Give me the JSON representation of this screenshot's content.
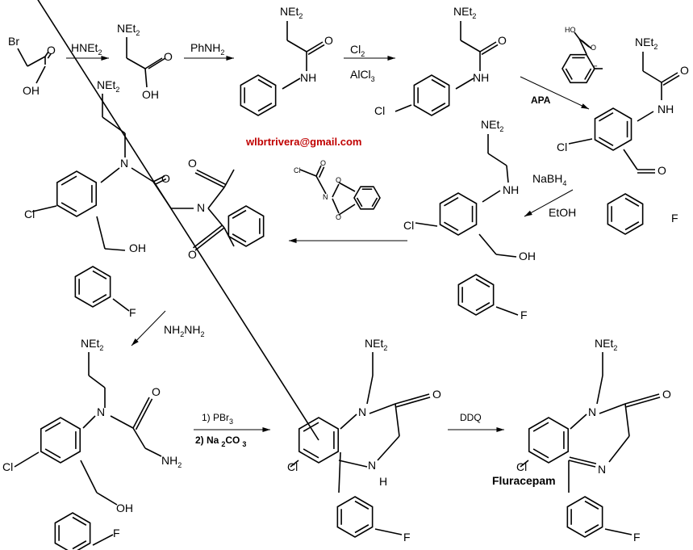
{
  "title": "Fluracepam synthesis scheme",
  "watermark_email": "wlbrtrivera@gmail.com",
  "accent_color": "#c00000",
  "reagents": {
    "step1": "HNEt",
    "step1_sub": "2",
    "step2": "PhNH",
    "step2_sub": "2",
    "step3_a": "Cl",
    "step3_a_sub": "2",
    "step3_b": "AlCl",
    "step3_b_sub": "3",
    "step4": "APA",
    "step5_a": "NaBH",
    "step5_a_sub": "4",
    "step5_b": "EtOH",
    "step7": "NH",
    "step7_sub1": "2",
    "step7_mid": "NH",
    "step7_sub2": "2",
    "step8_a": "1) PBr",
    "step8_a_sub": "3",
    "step8_b": "2) Na",
    "step8_b_sub": "2",
    "step8_b2": "CO",
    "step8_b2_sub": "3",
    "step9": "DDQ"
  },
  "atoms": {
    "br": "Br",
    "o": "O",
    "oh": "OH",
    "ho": "HO",
    "nh": "NH",
    "n": "N",
    "h": "H",
    "cl": "Cl",
    "f": "F",
    "net": "NEt",
    "sub2": "2",
    "nh2": "NH",
    "nh2_sub": "2"
  },
  "product_name": "Fluracepam"
}
